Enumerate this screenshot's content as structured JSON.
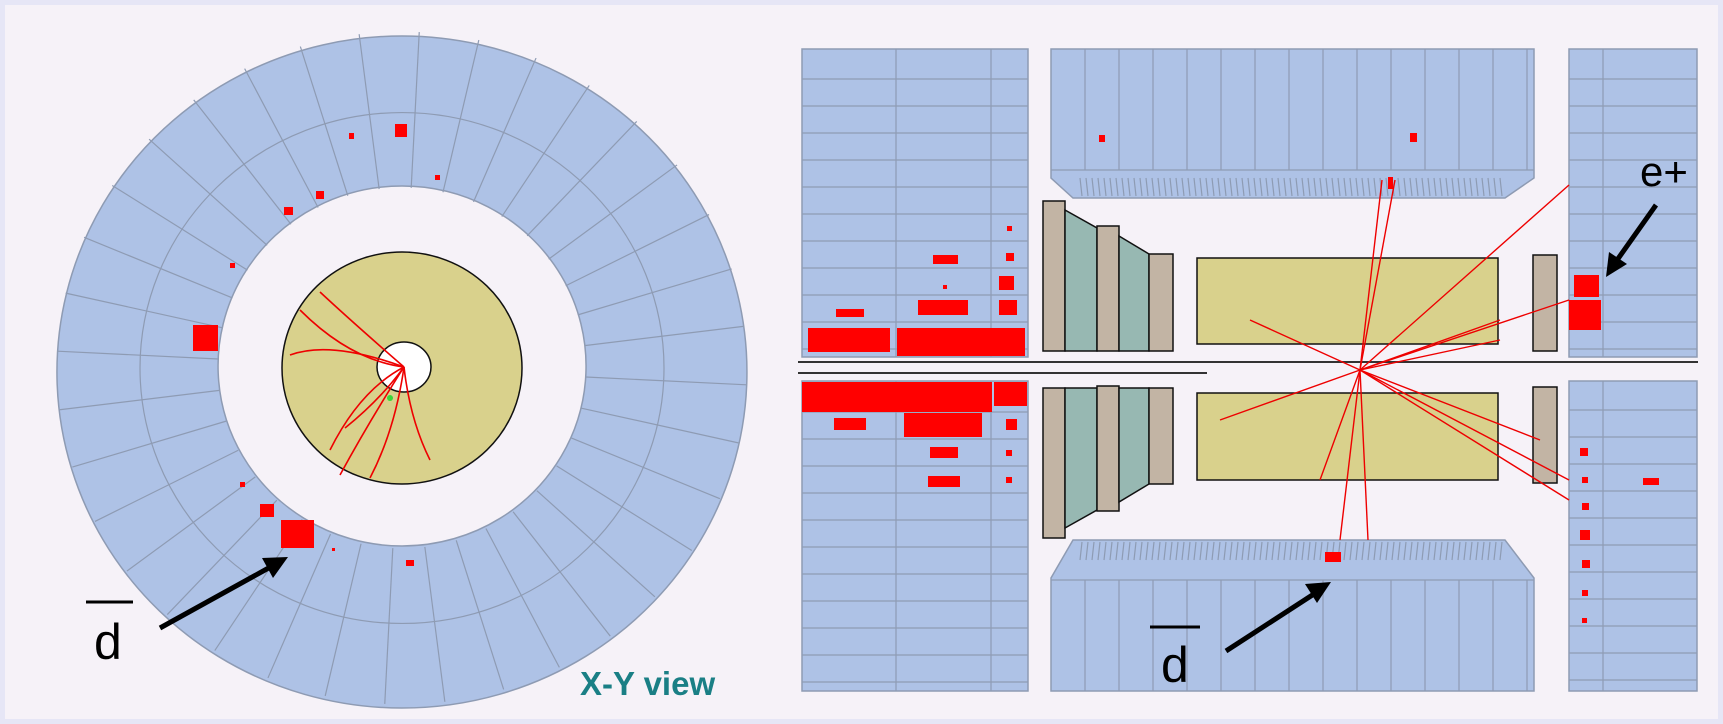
{
  "xy_view": {
    "label": "X-Y view",
    "annotation": "d"
  },
  "rz_view": {
    "annotation_d": "d",
    "annotation_e": "e+"
  },
  "colors": {
    "background": "#e6e6f6",
    "panel": "#f6f2f8",
    "calorimeter": "#aec2e6",
    "calorimeter_grid": "#8e9bb3",
    "tracker": "#d9d18c",
    "hit": "#ff0000",
    "track": "#ee0000",
    "label_teal": "#1a7f85",
    "forward_tan": "#c2b4a4",
    "forward_teal": "#97b8b2"
  }
}
